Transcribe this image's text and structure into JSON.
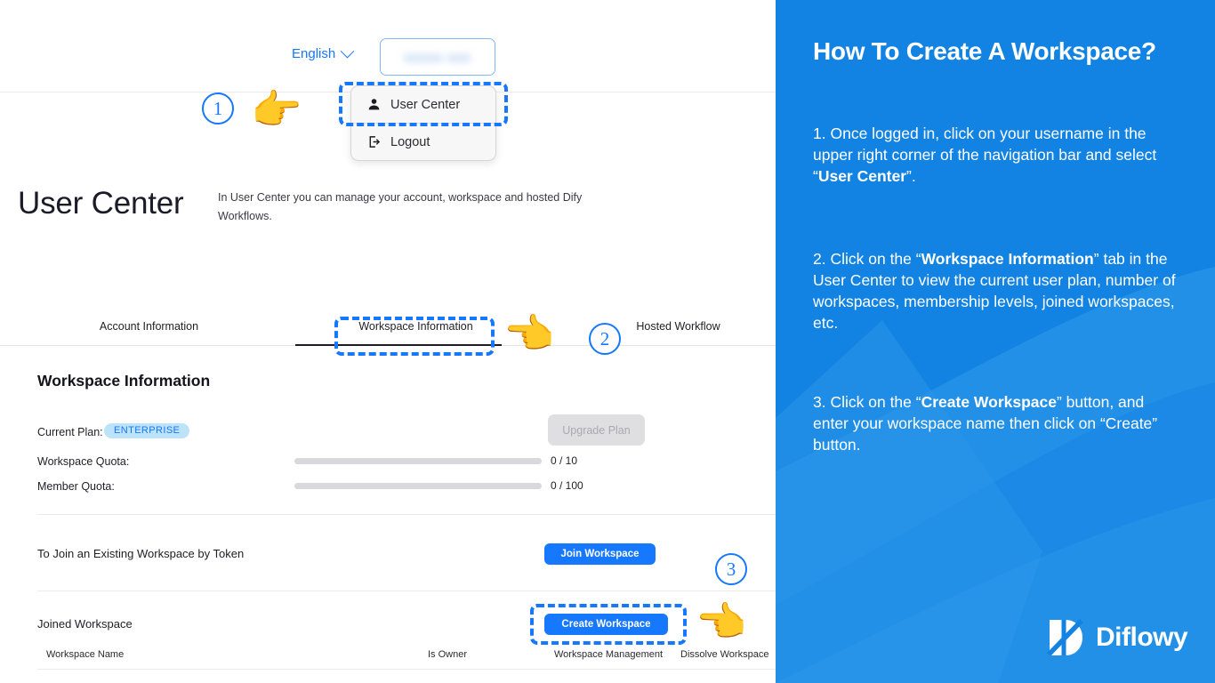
{
  "app": {
    "nav": {
      "language_label": "English",
      "language_icon": "chevron-down-icon",
      "username_value": "",
      "dropdown": {
        "items": [
          {
            "label": "User Center",
            "icon": "person-icon"
          },
          {
            "label": "Logout",
            "icon": "logout-icon"
          }
        ]
      }
    },
    "page": {
      "title": "User Center",
      "description": "In User Center you can manage your account, workspace and hosted Dify Workflows."
    },
    "tabs": [
      {
        "label": "Account Information",
        "active": false
      },
      {
        "label": "Workspace Information",
        "active": true
      },
      {
        "label": "Hosted Workflow",
        "active": false
      }
    ],
    "workspace_information": {
      "section_title": "Workspace Information",
      "current_plan_label": "Current Plan:",
      "current_plan_value": "ENTERPRISE",
      "upgrade_button": "Upgrade Plan",
      "workspace_quota_label": "Workspace Quota:",
      "workspace_quota_value": "0 / 10",
      "workspace_quota_percent": 0,
      "member_quota_label": "Member Quota:",
      "member_quota_value": "0 / 100",
      "member_quota_percent": 0
    },
    "join_section": {
      "text": "To Join an Existing Workspace by Token",
      "button": "Join Workspace"
    },
    "joined_section": {
      "text": "Joined Workspace",
      "button": "Create Workspace",
      "table_headers": {
        "name": "Workspace Name",
        "is_owner": "Is Owner",
        "management": "Workspace Management",
        "dissolve": "Dissolve Workspace"
      }
    },
    "annotations": {
      "step_1": "1",
      "step_2": "2",
      "step_3": "3",
      "hand_right_icon": "pointing-hand-right-icon",
      "hand_left_icon": "pointing-hand-left-icon"
    }
  },
  "panel": {
    "title": "How To Create A Workspace?",
    "steps": [
      {
        "number": "1.",
        "text_before": " Once logged in, click on your username in the upper right corner of the navigation bar and select “",
        "bold": "User Center",
        "text_after": "”."
      },
      {
        "number": "2.",
        "text_before": " Click on the “",
        "bold": "Workspace Information",
        "text_after": "” tab in the User Center to view the current user plan, number of workspaces, membership levels, joined workspaces, etc."
      },
      {
        "number": "3.",
        "text_before": " Click on the “",
        "bold": "Create Workspace",
        "text_after": "” button, and enter your workspace name then click on “Create” button."
      }
    ],
    "brand": {
      "name": "Diflowy",
      "logo_icon": "diflowy-logo-icon"
    }
  },
  "colors": {
    "panel_background": "#1283e2",
    "accent_blue": "#1677ff",
    "badge_background": "#bde3fb",
    "disabled_gray": "#dfdfe2",
    "annotation_blue": "#1677ff"
  }
}
